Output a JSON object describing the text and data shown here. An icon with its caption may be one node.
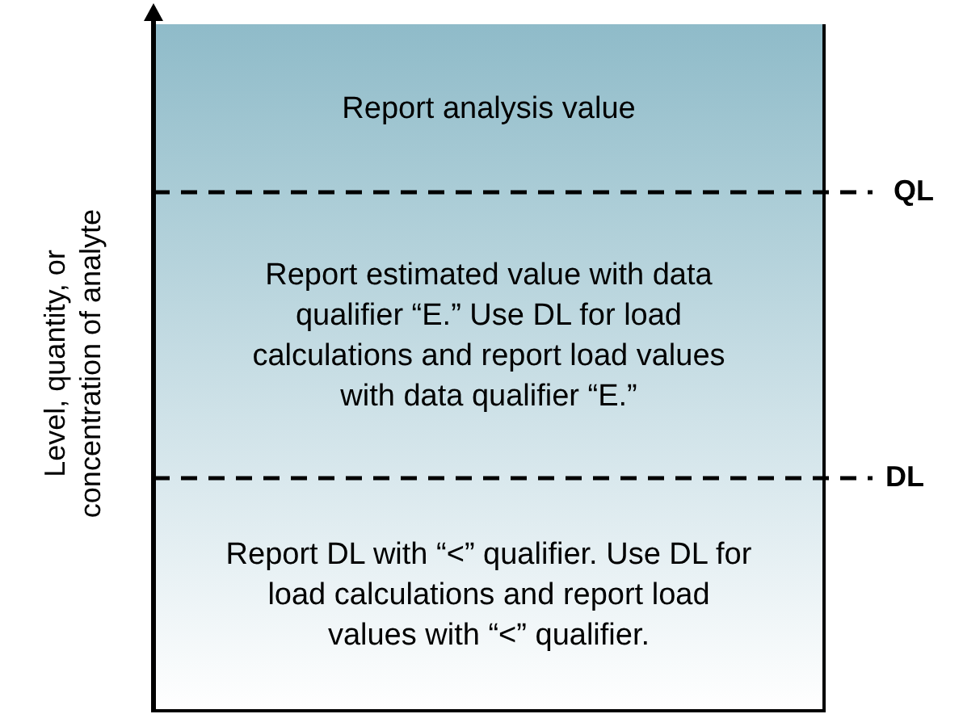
{
  "diagram": {
    "nodes": [
      {
        "text": [
          "Report analysis value"
        ]
      },
      {
        "text": [
          "Report estimated value with data qualifier “E.” Use DL for load calculations and report load values with data qualifier “E.”"
        ]
      },
      {
        "text": [
          "Report DL with “<” qualifier. Use DL for load calculations and report load values with “<” qualifier."
        ]
      }
    ],
    "edges": [],
    "labels": [
      "Level, quantity, or concentration of analyte",
      "QL",
      "DL"
    ]
  }
}
